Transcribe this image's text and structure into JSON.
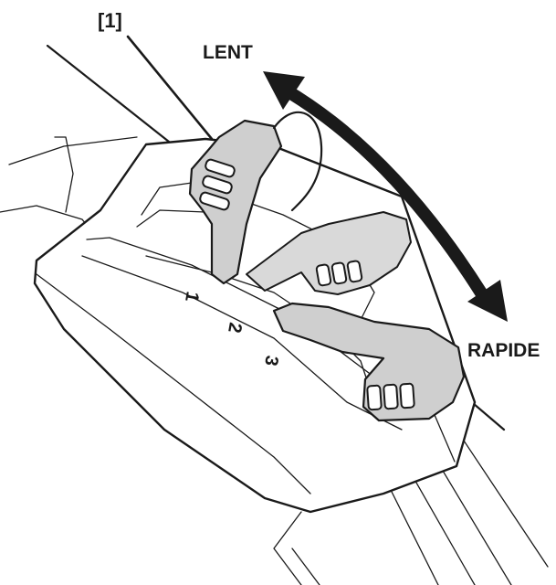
{
  "labels": {
    "callout": "[1]",
    "slow": "LENT",
    "fast": "RAPIDE"
  },
  "gate_positions": [
    "1",
    "2",
    "3"
  ],
  "colors": {
    "ink": "#1a1a1a",
    "lever_fill": "#cfcfcf",
    "background": "#ffffff"
  }
}
